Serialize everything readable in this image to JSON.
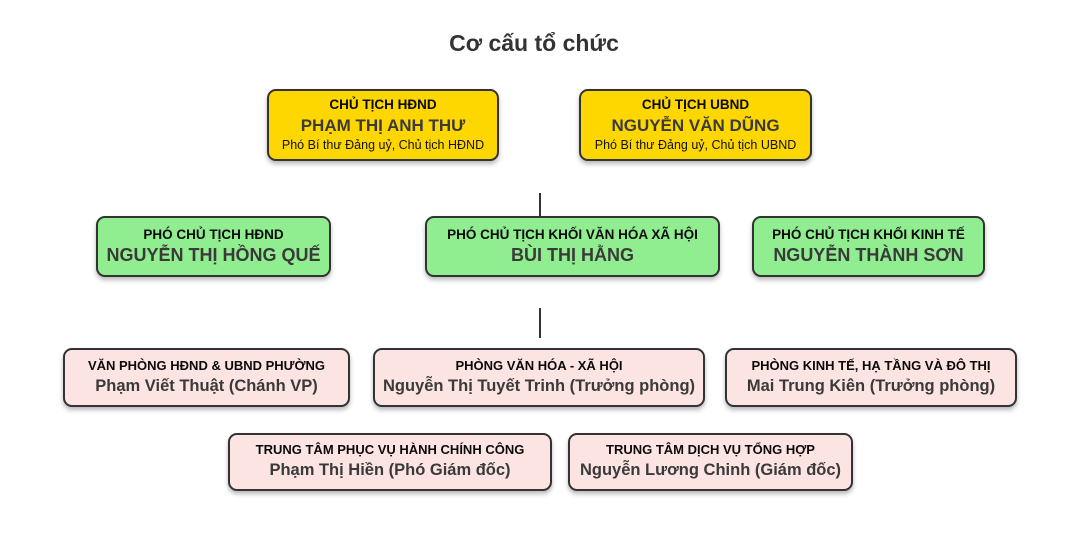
{
  "org": {
    "title": "Cơ cấu tổ chức",
    "colors": {
      "chair_fill": "#FFD700",
      "vice_chair_fill": "#90EE90",
      "department_fill": "#FCE4E2",
      "border": "#333333",
      "title_text": "#333333",
      "name_text": "#3A3A3A"
    },
    "chairs": [
      {
        "role": "CHỦ TỊCH HĐND",
        "name": "PHẠM THỊ ANH THƯ",
        "subtitle": "Phó Bí thư Đảng uỷ, Chủ tịch HĐND"
      },
      {
        "role": "CHỦ TỊCH UBND",
        "name": "NGUYỄN VĂN DŨNG",
        "subtitle": "Phó Bí thư Đảng uỷ, Chủ tịch UBND"
      }
    ],
    "vice_chairs": [
      {
        "role": "PHÓ CHỦ TỊCH HĐND",
        "name": "NGUYỄN THỊ HỒNG QUẾ"
      },
      {
        "role": "PHÓ CHỦ TỊCH KHỐI VĂN HÓA XÃ HỘI",
        "name": "BÙI THỊ HẰNG"
      },
      {
        "role": "PHÓ CHỦ TỊCH KHỐI KINH TẾ",
        "name": "NGUYỄN THÀNH SƠN"
      }
    ],
    "departments": [
      {
        "role": "VĂN PHÒNG HĐND & UBND PHƯỜNG",
        "name": "Phạm Viết Thuật (Chánh VP)"
      },
      {
        "role": "PHÒNG VĂN HÓA - XÃ HỘI",
        "name": "Nguyễn Thị Tuyết Trinh (Trưởng phòng)"
      },
      {
        "role": "PHÒNG KINH TẾ, HẠ TẦNG VÀ ĐÔ THỊ",
        "name": "Mai Trung Kiên (Trưởng phòng)"
      }
    ],
    "centers": [
      {
        "role": "TRUNG TÂM PHỤC VỤ HÀNH CHÍNH CÔNG",
        "name": "Phạm Thị Hiền (Phó Giám đốc)"
      },
      {
        "role": "TRUNG TÂM DỊCH VỤ TỔNG HỢP",
        "name": "Nguyễn Lương Chinh (Giám đốc)"
      }
    ]
  }
}
